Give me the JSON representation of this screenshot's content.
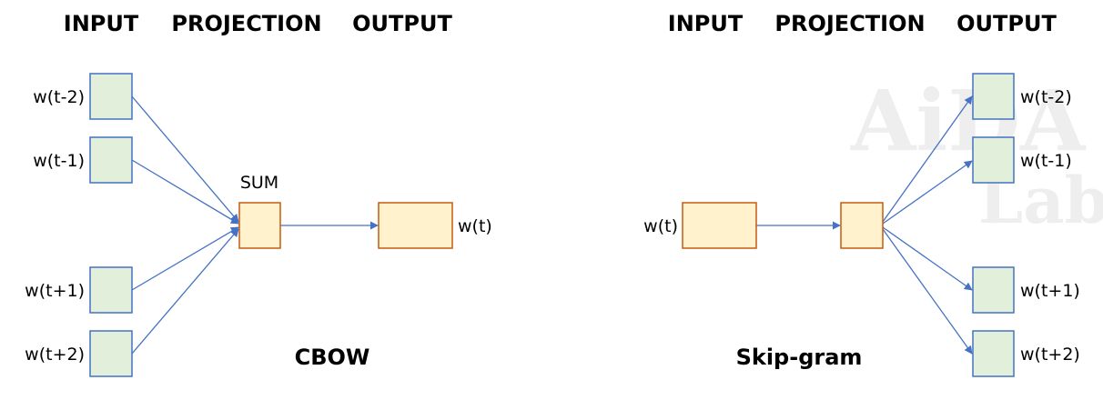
{
  "colors": {
    "input_fill": "#e2efda",
    "input_stroke": "#4472c4",
    "proj_fill": "#fff2cc",
    "proj_stroke": "#c55a11",
    "arrow": "#4472c4",
    "watermark": "#eeeeee"
  },
  "watermark": {
    "line1": "AiDA",
    "line2": "Lab"
  },
  "cbow": {
    "headers": {
      "input": "INPUT",
      "projection": "PROJECTION",
      "output": "OUTPUT"
    },
    "inputs": [
      "w(t-2)",
      "w(t-1)",
      "w(t+1)",
      "w(t+2)"
    ],
    "projection_label": "SUM",
    "output": "w(t)",
    "title": "CBOW"
  },
  "skipgram": {
    "headers": {
      "input": "INPUT",
      "projection": "PROJECTION",
      "output": "OUTPUT"
    },
    "input": "w(t)",
    "outputs": [
      "w(t-2)",
      "w(t-1)",
      "w(t+1)",
      "w(t+2)"
    ],
    "title": "Skip-gram"
  }
}
